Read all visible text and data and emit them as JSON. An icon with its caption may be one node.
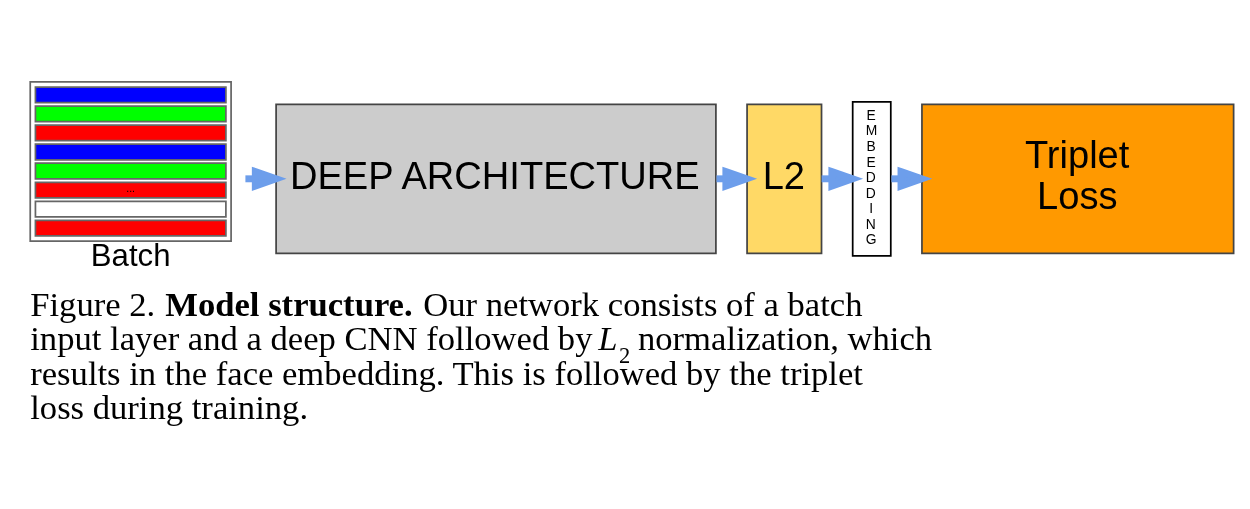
{
  "diagram": {
    "caption": "Figure 2. **Model structure.** Our network consists of a batch input layer and a deep CNN followed by *L*$_{2}$ normalization, which results in the face embedding. This is followed by the triplet loss during training.",
    "nodes": [
      {
        "text": [
          "...",
          "Batch"
        ]
      },
      {
        "text": [
          "DEEP ARCHITECTURE"
        ]
      },
      {
        "text": [
          "L2"
        ]
      },
      {
        "text": [
          "EMBEDDING"
        ]
      },
      {
        "text": [
          "Triplet Loss"
        ]
      }
    ],
    "edges": [
      {
        "from": 0,
        "to": 1,
        "arrow": "to"
      },
      {
        "from": 1,
        "to": 2,
        "arrow": "to"
      },
      {
        "from": 2,
        "to": 3,
        "arrow": "to"
      },
      {
        "from": 3,
        "to": 4,
        "arrow": "to"
      }
    ]
  }
}
